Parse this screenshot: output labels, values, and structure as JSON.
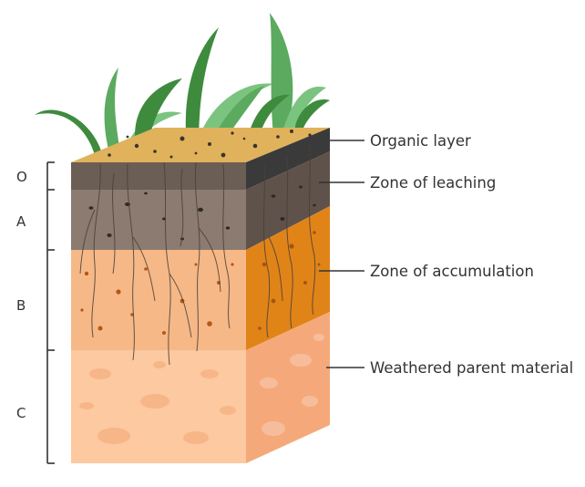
{
  "horizon_labels": [
    "O",
    "A",
    "B",
    "C"
  ],
  "layer_labels": [
    "Organic layer",
    "Zone of leaching",
    "Zone of accumulation",
    "Weathered parent material"
  ],
  "colors": {
    "top_surface": "#E0B25C",
    "organic_front": "#6B5E55",
    "organic_side": "#3A3A3A",
    "leaching_front": "#8B7B70",
    "leaching_side": "#5E524B",
    "accumulation_front": "#F6B887",
    "accumulation_side": "#E08418",
    "parent_front": "#FCC9A0",
    "parent_side": "#F5A97A",
    "grass_dark": "#3E8B3E",
    "grass_light": "#7BC47F",
    "root": "#4A4038",
    "line": "#333333"
  }
}
